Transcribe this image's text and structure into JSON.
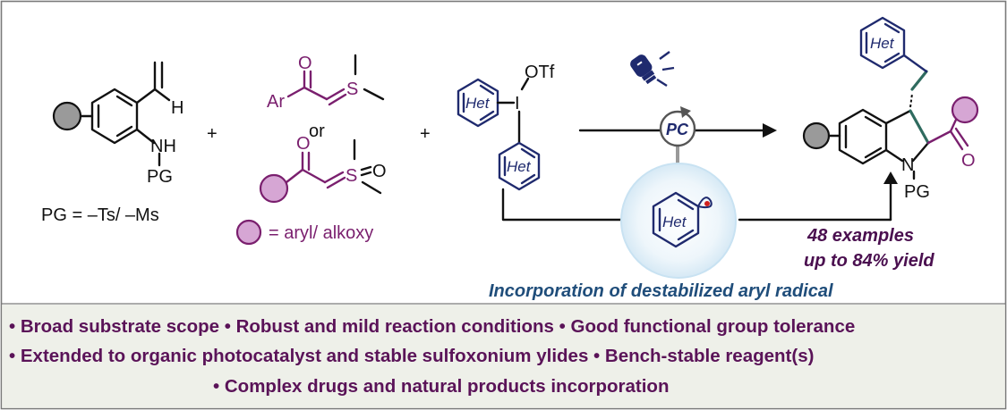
{
  "colors": {
    "purple": "#7a1f6e",
    "purple_fill": "#d6a6d4",
    "navy": "#1f2a6e",
    "dark_teal": "#2f6b5f",
    "grey_circle": "#9a9a9a",
    "glow": "#ddeef8",
    "banner_bg": "#eef0e9",
    "caption_blue": "#1f4d7a"
  },
  "labels": {
    "h": "H",
    "nh": "NH",
    "pg": "PG",
    "pg_def": "PG = –Ts/ –Ms",
    "plus": "+",
    "o": "O",
    "ar": "Ar",
    "s": "S",
    "or": "or",
    "substituent_def": "= aryl/ alkoxy",
    "otf": "OTf",
    "i": "I",
    "het": "Het",
    "pc": "PC",
    "n": "N",
    "examples": "48 examples",
    "yield": "up to 84% yield",
    "caption": "Incorporation of destabilized aryl radical"
  },
  "icons": [
    "light-bulb-icon"
  ],
  "bullets": [
    "• Broad substrate scope • Robust and mild reaction conditions • Good functional group tolerance",
    "• Extended to organic photocatalyst and stable sulfoxonium ylides  • Bench-stable reagent(s)",
    "• Complex drugs and natural products incorporation"
  ]
}
